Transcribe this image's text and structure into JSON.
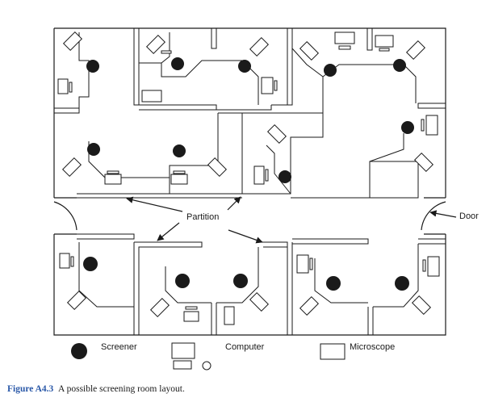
{
  "labels": {
    "partition": "Partition",
    "door": "Door"
  },
  "legend": {
    "screener": "Screener",
    "computer": "Computer",
    "microscope": "Microscope"
  },
  "caption": {
    "figure_label": "Figure A4.3",
    "text": "A possible screening room layout."
  },
  "colors": {
    "ink": "#1a1a1a",
    "caption_label": "#2a58a8"
  }
}
